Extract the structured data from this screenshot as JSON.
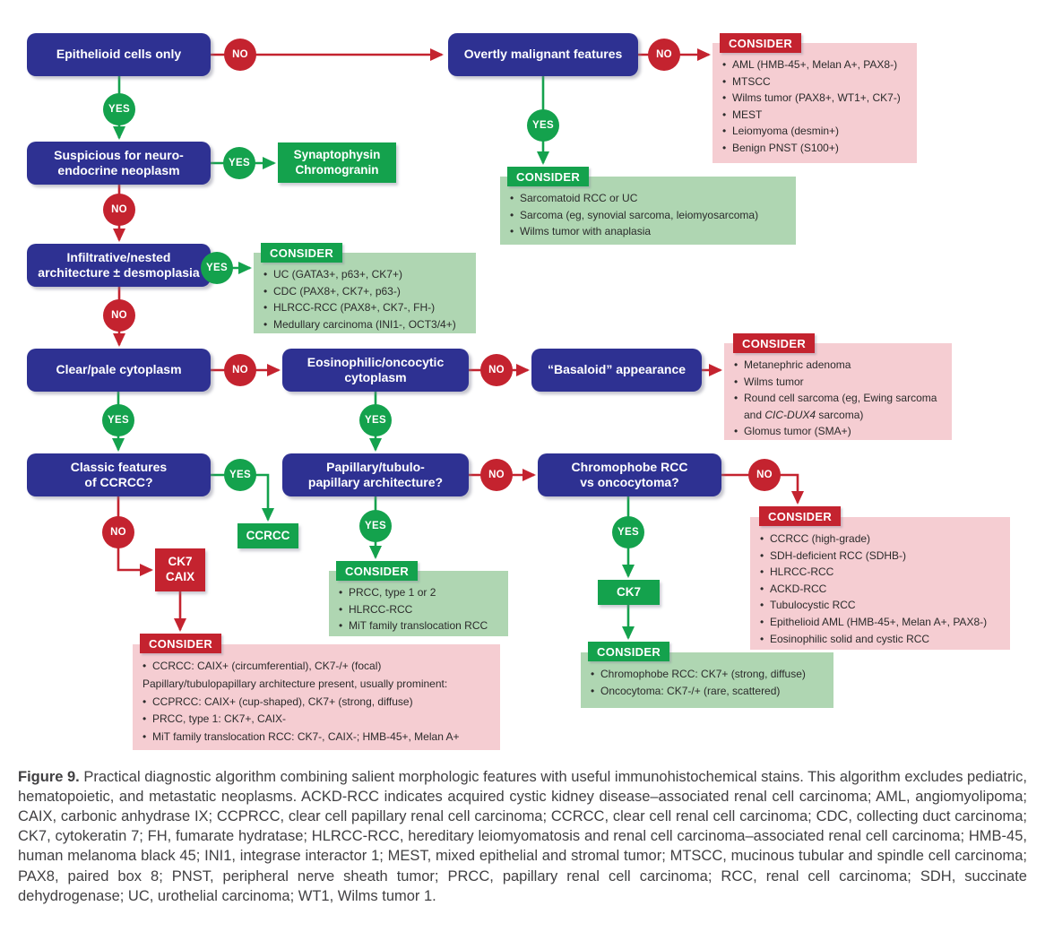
{
  "colors": {
    "node_blue": "#2E3192",
    "red": "#C4232F",
    "green": "#14A24D",
    "pink_panel": "#F5CDD2",
    "green_panel": "#AFD6B2"
  },
  "labels": {
    "yes": "YES",
    "no": "NO",
    "consider": "CONSIDER"
  },
  "nodes": {
    "epithelioid": "Epithelioid cells only",
    "overtly_malignant": "Overtly malignant features",
    "suspicious_neuroendocrine": "Suspicious for neuro-\nendocrine neoplasm",
    "infiltrative_nested": "Infiltrative/nested\narchitecture ± desmoplasia",
    "clear_pale": "Clear/pale cytoplasm",
    "eosinophilic_oncocytic": "Eosinophilic/oncocytic\ncytoplasm",
    "basaloid": "“Basaloid” appearance",
    "classic_ccrcc": "Classic features\nof CCRCC?",
    "papillary_tubulo": "Papillary/tubulo-\npapillary architecture?",
    "chromophobe_vs_oncocytoma": "Chromophobe RCC\nvs oncocytoma?"
  },
  "results": {
    "synaptophysin": "Synaptophysin",
    "chromogranin": "Chromogranin",
    "ccrcc": "CCRCC",
    "ck7": "CK7",
    "caix": "CAIX"
  },
  "panels": {
    "overtly_no": {
      "items": [
        "AML (HMB-45+, Melan A+, PAX8-)",
        "MTSCC",
        "Wilms tumor (PAX8+, WT1+, CK7-)",
        "MEST",
        "Leiomyoma (desmin+)",
        "Benign PNST (S100+)"
      ]
    },
    "overtly_yes": {
      "items": [
        "Sarcomatoid RCC or UC",
        "Sarcoma (eg, synovial sarcoma, leiomyosarcoma)",
        "Wilms tumor with anaplasia"
      ]
    },
    "infiltrative_yes": {
      "items": [
        "UC (GATA3+, p63+, CK7+)",
        "CDC (PAX8+, CK7+, p63-)",
        "HLRCC-RCC (PAX8+, CK7-, FH-)",
        "Medullary carcinoma (INI1-, OCT3/4+)"
      ]
    },
    "basaloid_consider": {
      "items": [
        "Metanephric adenoma",
        "Wilms tumor",
        "Round cell sarcoma (eg, Ewing sarcoma and *CIC-DUX4* sarcoma)",
        "Glomus tumor (SMA+)"
      ]
    },
    "papillary_yes": {
      "items": [
        "PRCC, type 1 or 2",
        "HLRCC-RCC",
        "MiT family translocation RCC"
      ]
    },
    "chromophobe_no": {
      "items": [
        "CCRCC (high-grade)",
        "SDH-deficient RCC (SDHB-)",
        "HLRCC-RCC",
        "ACKD-RCC",
        "Tubulocystic RCC",
        "Epithelioid AML (HMB-45+, Melan A+, PAX8-)",
        "Eosinophilic solid and cystic RCC"
      ]
    },
    "ck7_result": {
      "items": [
        "Chromophobe RCC: CK7+ (strong, diffuse)",
        "Oncocytoma: CK7-/+ (rare, scattered)"
      ]
    },
    "ck7_caix_result": {
      "items": [
        "CCRCC: CAIX+ (circumferential), CK7-/+ (focal)",
        {
          "text": "Papillary/tubulopapillary architecture present, usually prominent:",
          "bullet": false
        },
        "CCPRCC: CAIX+ (cup-shaped), CK7+ (strong, diffuse)",
        "PRCC, type 1: CK7+, CAIX-",
        "MiT family translocation RCC: CK7-, CAIX-; HMB-45+, Melan A+"
      ]
    }
  },
  "caption": {
    "label": "Figure 9.",
    "text": "Practical diagnostic algorithm combining salient morphologic features with useful immunohistochemical stains. This algorithm excludes pediatric, hematopoietic, and metastatic neoplasms. ACKD-RCC indicates acquired cystic kidney disease–associated renal cell carcinoma; AML, angiomyolipoma; CAIX, carbonic anhydrase IX; CCPRCC, clear cell papillary renal cell carcinoma; CCRCC, clear cell renal cell carcinoma; CDC, collecting duct carcinoma; CK7, cytokeratin 7; FH, fumarate hydratase; HLRCC-RCC, hereditary leiomyomatosis and renal cell carcinoma–associated renal cell carcinoma; HMB-45, human melanoma black 45; INI1, integrase interactor 1; MEST, mixed epithelial and stromal tumor; MTSCC, mucinous tubular and spindle cell carcinoma; PAX8, paired box 8; PNST, peripheral nerve sheath tumor; PRCC, papillary renal cell carcinoma; RCC, renal cell carcinoma; SDH, succinate dehydrogenase; UC, urothelial carcinoma; WT1, Wilms tumor 1."
  }
}
